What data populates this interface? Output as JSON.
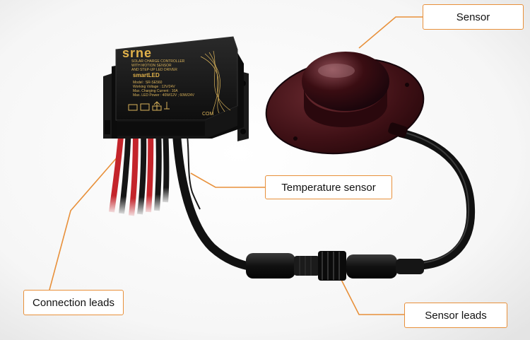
{
  "callouts": {
    "sensor": "Sensor",
    "temperature_sensor": "Temperature sensor",
    "connection_leads": "Connection leads",
    "sensor_leads": "Sensor leads"
  },
  "controller": {
    "brand": "srne",
    "description": "SOLAR CHARGE CONTROLLER\nWITH MOTION SENSOR\nAND STEP-UP LED DRIVER",
    "product_line": "smartLED",
    "specs": "Model : SR-SE560\nWorking Voltage : 12V/24V\nMax. Charging Current : 10A\nMax. LED Power : 40W/12V ; 60W/24V",
    "port_label": "COM"
  },
  "colors": {
    "accent": "#e8903a",
    "controller_body": "#1c1c1c",
    "controller_print": "#d9b25a",
    "sensor_dome": "#3a0d12",
    "red_wire": "#c4242b",
    "black_wire": "#151515"
  }
}
